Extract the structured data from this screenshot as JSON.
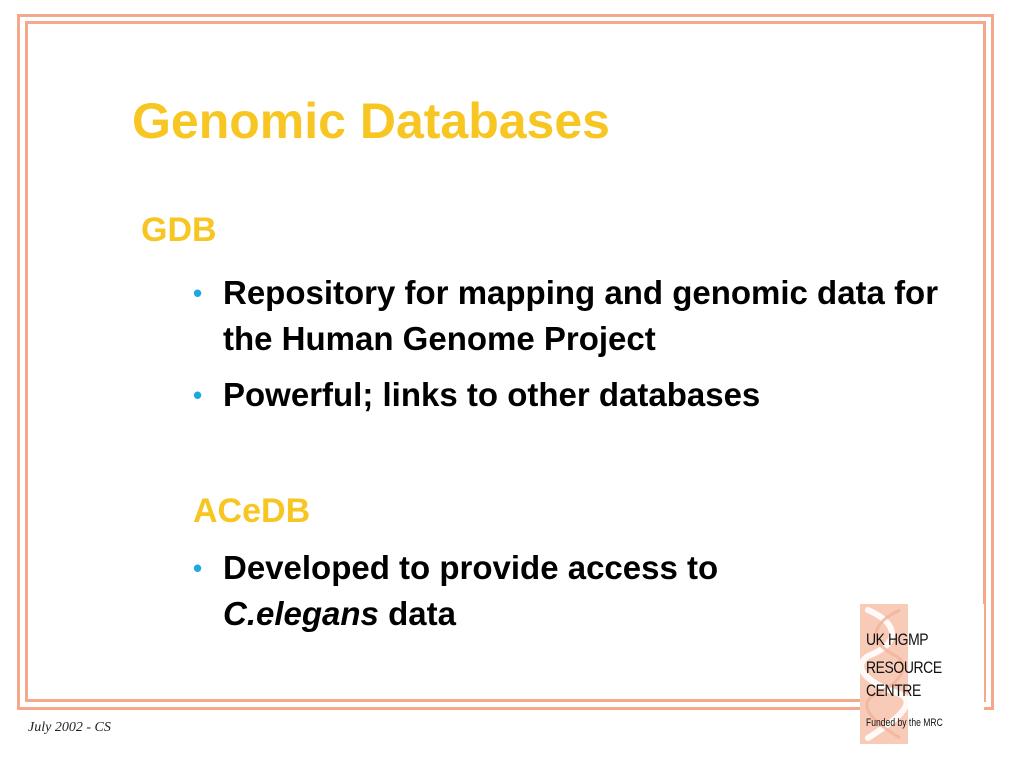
{
  "slide": {
    "title": "Genomic Databases",
    "sections": [
      {
        "heading": "GDB",
        "bullets": [
          "Repository for mapping and genomic data for the Human Genome Project",
          "Powerful; links to other databases"
        ]
      },
      {
        "heading": "ACeDB",
        "bullets": [
          {
            "italic": "C.elegans",
            "prefix": "Developed to provide access to ",
            "suffix": " data"
          }
        ]
      }
    ],
    "bullet_glyph": "•",
    "footer": "July 2002 - CS"
  },
  "logo": {
    "line1": "UK HGMP",
    "line2": "RESOURCE",
    "line3": "CENTRE",
    "funded": "Funded by the MRC"
  },
  "colors": {
    "frame": "#f5a98a",
    "title": "#f7c623",
    "bullet": "#1ea8e0",
    "logo_strip": "#f8cbb8"
  }
}
